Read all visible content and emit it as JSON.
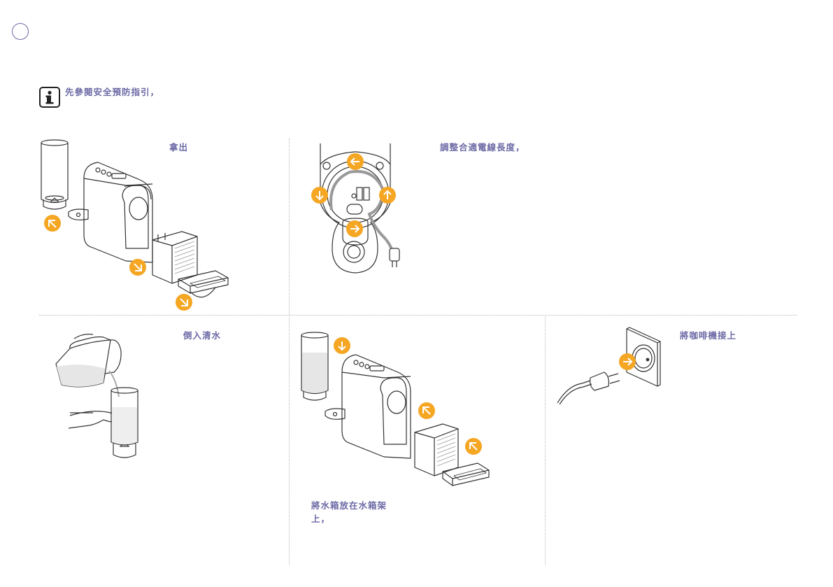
{
  "colors": {
    "accent": "#6d6aa6",
    "arrow": "#f5a623",
    "line": "#333333"
  },
  "icons": [
    "info-icon",
    "arrow-icon"
  ],
  "safety_note": "先參閱安全預防指引，",
  "steps": [
    {
      "text": "拿出"
    },
    {
      "text": "調整合適電線長度，"
    },
    {
      "text": "倒入清水"
    },
    {
      "text_line1": "將水箱放在水箱架",
      "text_line2": "上，"
    },
    {
      "text": "將咖啡機接上"
    }
  ]
}
